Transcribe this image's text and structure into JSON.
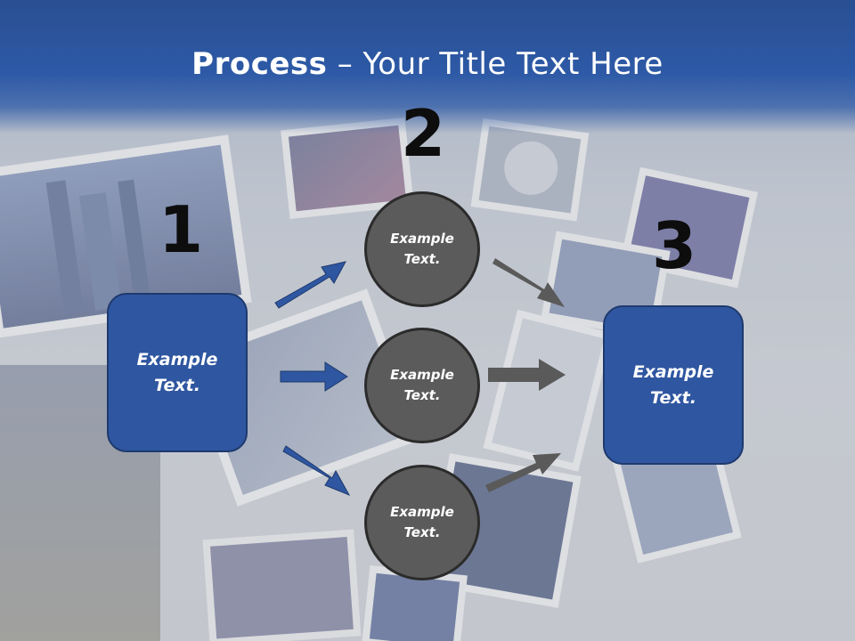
{
  "title": {
    "bold": "Process",
    "dash": " – ",
    "rest": "Your Title Text Here"
  },
  "steps": {
    "one": "1",
    "two": "2",
    "three": "3"
  },
  "left_box": {
    "text": "Example\nText."
  },
  "right_box": {
    "text": "Example\nText."
  },
  "circles": [
    {
      "text": "Example\nText."
    },
    {
      "text": "Example\nText."
    },
    {
      "text": "Example\nText."
    }
  ],
  "colors": {
    "title_bar": "#2d59a6",
    "box_fill": "#2f56a0",
    "circle_fill": "#5b5b5b",
    "blue_arrow": "#2f56a0",
    "gray_arrow": "#5a5a5a"
  },
  "background": "collage of tilted photo frames"
}
